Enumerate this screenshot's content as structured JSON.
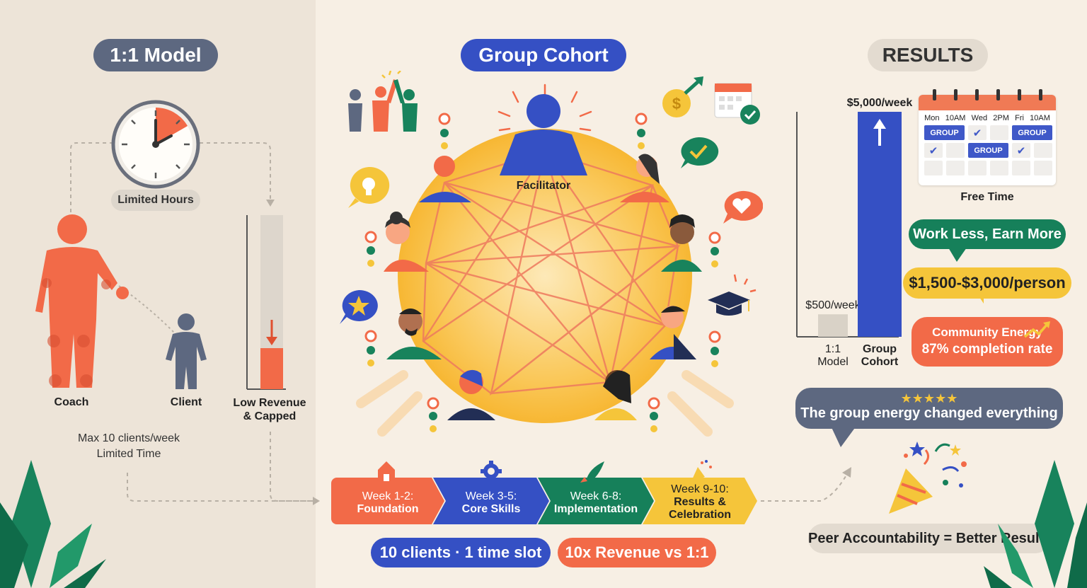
{
  "left": {
    "title": "1:1 Model",
    "clock_label": "Limited Hours",
    "coach_label": "Coach",
    "client_label": "Client",
    "revenue_label_1": "Low Revenue",
    "revenue_label_2": "& Capped",
    "note_1": "Max 10 clients/week",
    "note_2": "Limited Time"
  },
  "center": {
    "title": "Group Cohort",
    "facilitator_label": "Facilitator",
    "steps": [
      {
        "line1": "Week 1-2:",
        "line2": "Foundation",
        "line3": ""
      },
      {
        "line1": "Week 3-5:",
        "line2": "Core Skills",
        "line3": ""
      },
      {
        "line1": "Week 6-8:",
        "line2": "Implementation",
        "line3": ""
      },
      {
        "line1": "Week 9-10:",
        "line2": "Results &",
        "line3": "Celebration"
      }
    ],
    "pill_clients": "10 clients · 1 time slot",
    "pill_revenue": "10x Revenue vs 1:1"
  },
  "right": {
    "title": "RESULTS",
    "chart_data": {
      "type": "bar",
      "categories": [
        "1:1 Model",
        "Group Cohort"
      ],
      "values": [
        500,
        5000
      ],
      "data_labels": [
        "$500/week",
        "$5,000/week"
      ],
      "cat_lines": [
        [
          "1:1",
          "Model"
        ],
        [
          "Group",
          "Cohort"
        ]
      ],
      "colors": [
        "#d9d2c7",
        "#3550c4"
      ],
      "ylim": [
        0,
        5000
      ]
    },
    "calendar": {
      "days": [
        "Mon",
        "10AM",
        "Wed",
        "2PM",
        "Fri",
        "10AM"
      ],
      "group_label": "GROUP",
      "check": "✔"
    },
    "free_time_label": "Free Time",
    "work_less": "Work Less, Earn More",
    "price": "$1,500-$3,000/person",
    "community_1": "Community Energy",
    "community_2": "87% completion rate",
    "stars": "★★★★★",
    "quote": "The group energy changed everything",
    "peer": "Peer Accountability = Better Results"
  },
  "colors": {
    "blue": "#3550c4",
    "coral": "#f26a48",
    "green": "#16805a",
    "yellow": "#f5c53a",
    "slate": "#5d6880"
  }
}
